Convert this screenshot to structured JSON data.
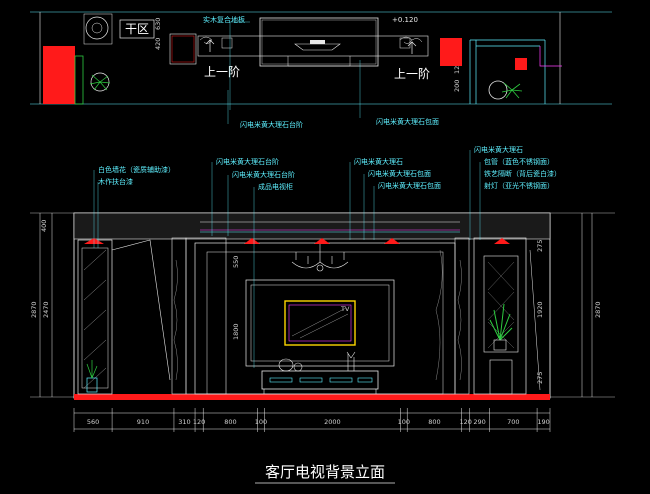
{
  "title": "客厅电视背景立面",
  "plan": {
    "zone_label": "干区",
    "step_left": "上一阶",
    "step_right": "上一阶",
    "note_floor": "实木复合地板",
    "note_marble_step": "闪电米黄大理石台阶",
    "note_marble_trim": "闪电米黄大理石包面",
    "elev_mark": "+0.120",
    "dims": [
      "630",
      "420",
      "120",
      "200"
    ]
  },
  "elevation": {
    "callouts": [
      "白色墙花（瓷质辅助漆）",
      "木作扶台漆",
      "闪电米黄大理石台阶",
      "闪电米黄大理石台阶",
      "成品电视柜",
      "闪电米黄大理石",
      "闪电米黄大理石包面",
      "闪电米黄大理石包面",
      "闪电米黄大理石",
      "包管（蓝色不锈钢面）",
      "铁艺隔断（背后瓷白漆）",
      "射灯（亚光不锈钢面）"
    ],
    "tv_label": "TV",
    "left_heights": [
      "400",
      "2870",
      "2470"
    ],
    "right_heights": [
      "275",
      "1920",
      "275",
      "2870"
    ],
    "center_heights": [
      "550",
      "1800"
    ],
    "bottom_dims": [
      "560",
      "910",
      "310",
      "120",
      "800",
      "100",
      "2000",
      "100",
      "800",
      "120",
      "290",
      "700",
      "190"
    ]
  },
  "colors": {
    "cyan": "#5ef0ff",
    "red": "#ff1a1a",
    "white": "#e8e8e8",
    "green": "#2ecc40",
    "magenta": "#ff40ff"
  }
}
